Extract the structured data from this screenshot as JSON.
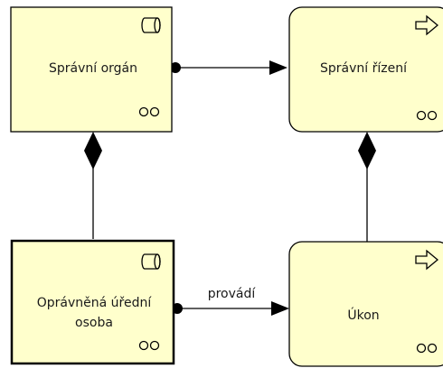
{
  "colors": {
    "fill": "#ffffcc",
    "stroke": "#000000",
    "background": "#ffffff"
  },
  "nodes": {
    "spravni_organ": {
      "label": "Správní orgán",
      "icons": [
        "role-icon",
        "collaboration-icon"
      ]
    },
    "spravni_rizeni": {
      "label": "Správní řízení",
      "icons": [
        "process-arrow-icon",
        "collaboration-icon"
      ]
    },
    "opravnena_osoba": {
      "line1": "Oprávněná úřední",
      "line2": "osoba",
      "icons": [
        "role-icon",
        "collaboration-icon"
      ]
    },
    "ukon": {
      "label": "Úkon",
      "icons": [
        "process-arrow-icon",
        "collaboration-icon"
      ]
    }
  },
  "edges": {
    "organ_to_rizeni": {
      "type": "assignment"
    },
    "osoba_to_organ": {
      "type": "composition"
    },
    "ukon_to_rizeni": {
      "type": "composition"
    },
    "osoba_to_ukon": {
      "type": "assignment",
      "label": "provádí"
    }
  }
}
